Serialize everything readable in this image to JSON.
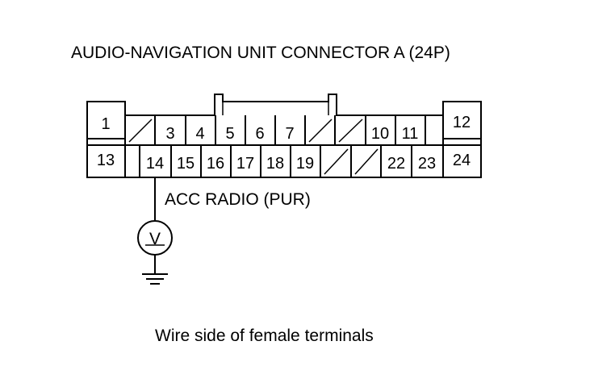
{
  "title": "AUDIO-NAVIGATION UNIT CONNECTOR A (24P)",
  "wire_label": "ACC RADIO (PUR)",
  "caption": "Wire side of female terminals",
  "meter_symbol": "V",
  "icons": {
    "meter": "voltmeter-icon",
    "ground": "ground-icon"
  },
  "pins": {
    "p1": "1",
    "p3": "3",
    "p4": "4",
    "p5": "5",
    "p6": "6",
    "p7": "7",
    "p10": "10",
    "p11": "11",
    "p12": "12",
    "p13": "13",
    "p14": "14",
    "p15": "15",
    "p16": "16",
    "p17": "17",
    "p18": "18",
    "p19": "19",
    "p22": "22",
    "p23": "23",
    "p24": "24"
  }
}
